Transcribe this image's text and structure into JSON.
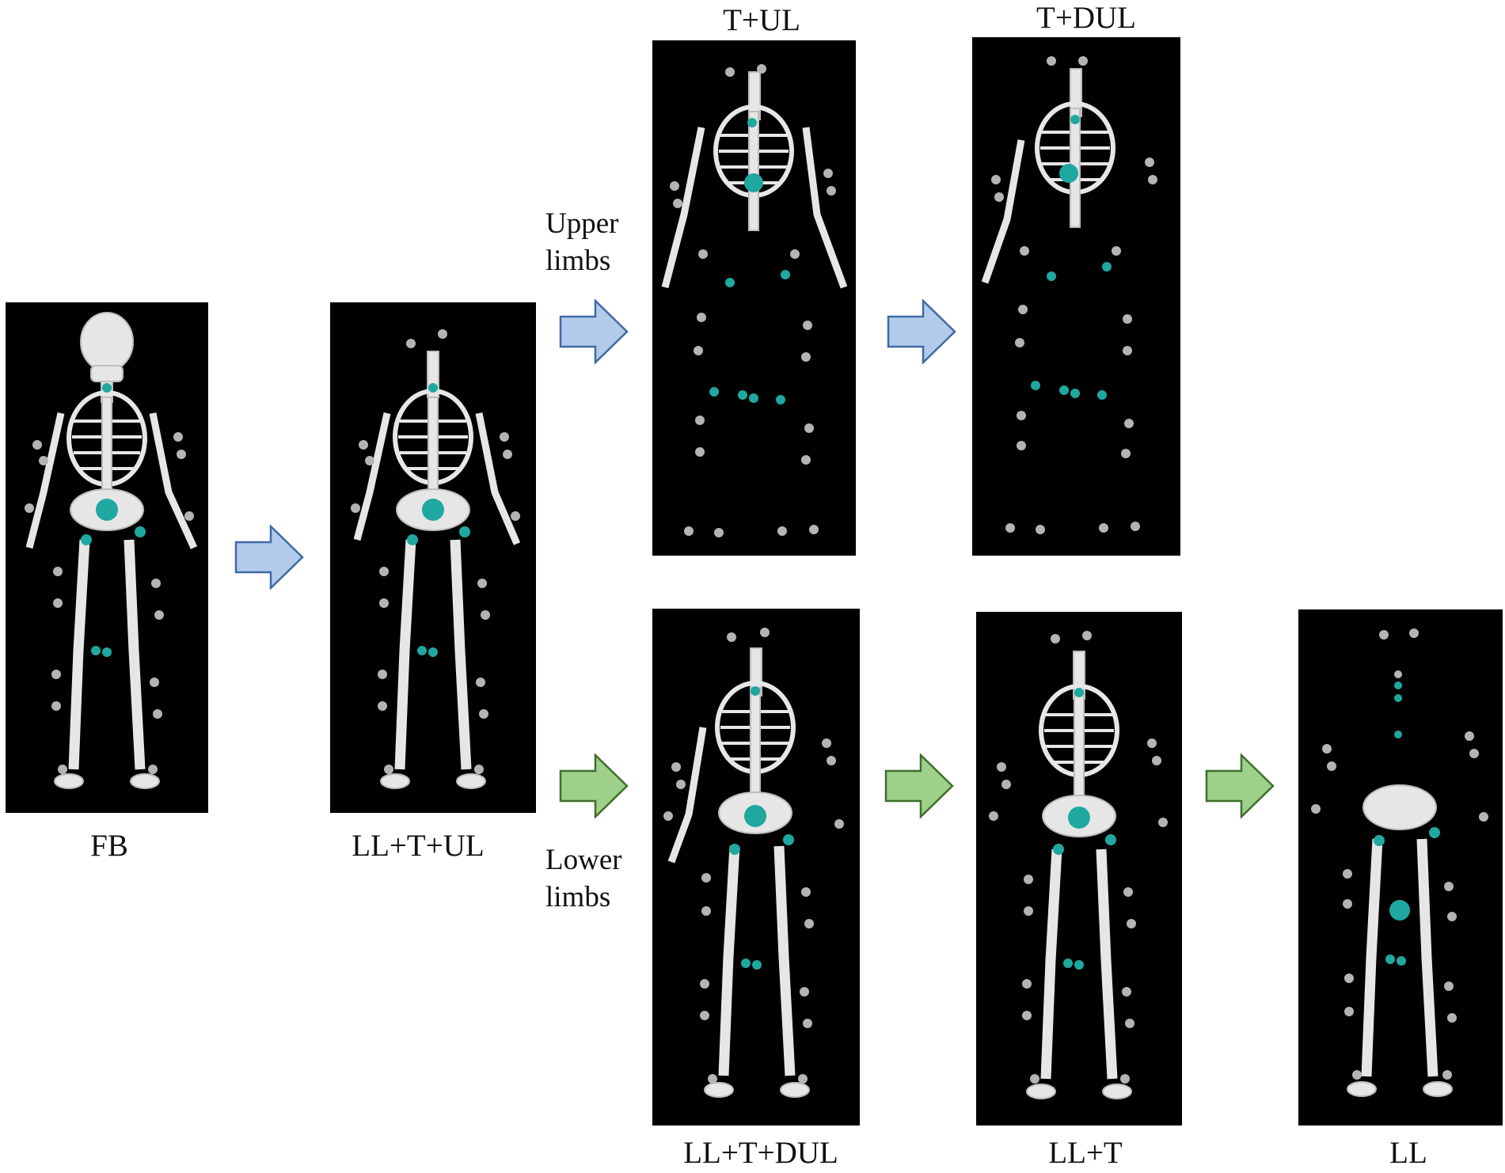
{
  "colors": {
    "background": "#ffffff",
    "panel": "#000000",
    "bone": "#e6e6e6",
    "marker_gray": "#b4b4b4",
    "marker_teal": "#1fa8a0",
    "arrow_upper_fill": "#b3cbea",
    "arrow_upper_stroke": "#3f6aa6",
    "arrow_lower_fill": "#9ed08a",
    "arrow_lower_stroke": "#3e6f2c"
  },
  "labels": {
    "fb": "FB",
    "ll_t_ul": "LL+T+UL",
    "t_ul": "T+UL",
    "t_dul": "T+DUL",
    "ll_t_dul": "LL+T+DUL",
    "ll_t": "LL+T",
    "ll": "LL",
    "upper_line1": "Upper",
    "upper_line2": "limbs",
    "lower_line1": "Lower",
    "lower_line2": "limbs"
  },
  "icons": {
    "skeleton": "skeleton-model-icon",
    "arrow": "arrow-right-icon"
  }
}
